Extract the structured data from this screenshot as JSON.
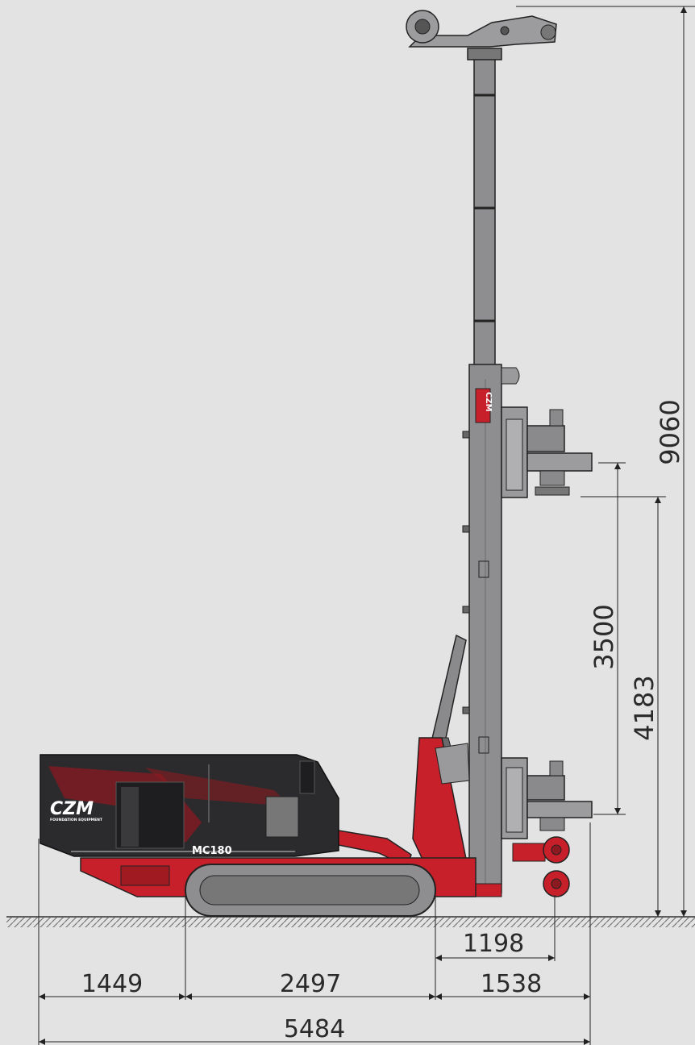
{
  "machine": {
    "brand": "CZM",
    "brand_subtitle": "FOUNDATION EQUIPMENT",
    "model": "MC180",
    "mast_logo": "CZM"
  },
  "dimensions": {
    "total_height": "9060",
    "stroke_3500": "3500",
    "stroke_4183": "4183",
    "rear_overhang": "1449",
    "track_length": "2497",
    "front_reach": "1538",
    "front_1198": "1198",
    "overall_length": "5484"
  },
  "colors": {
    "background": "#e3e3e3",
    "machine_red": "#c8202a",
    "body_dark": "#2b2b2e",
    "mast_gray": "#8e8e90",
    "line": "#222222"
  }
}
